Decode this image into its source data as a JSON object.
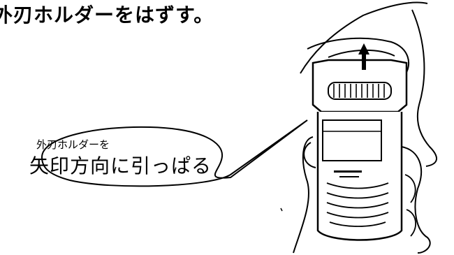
{
  "heading": "外刃ホルダーをはずす。",
  "callout": {
    "line1": "外刃ホルダーを",
    "line2": "矢印方向に引っぱる"
  }
}
